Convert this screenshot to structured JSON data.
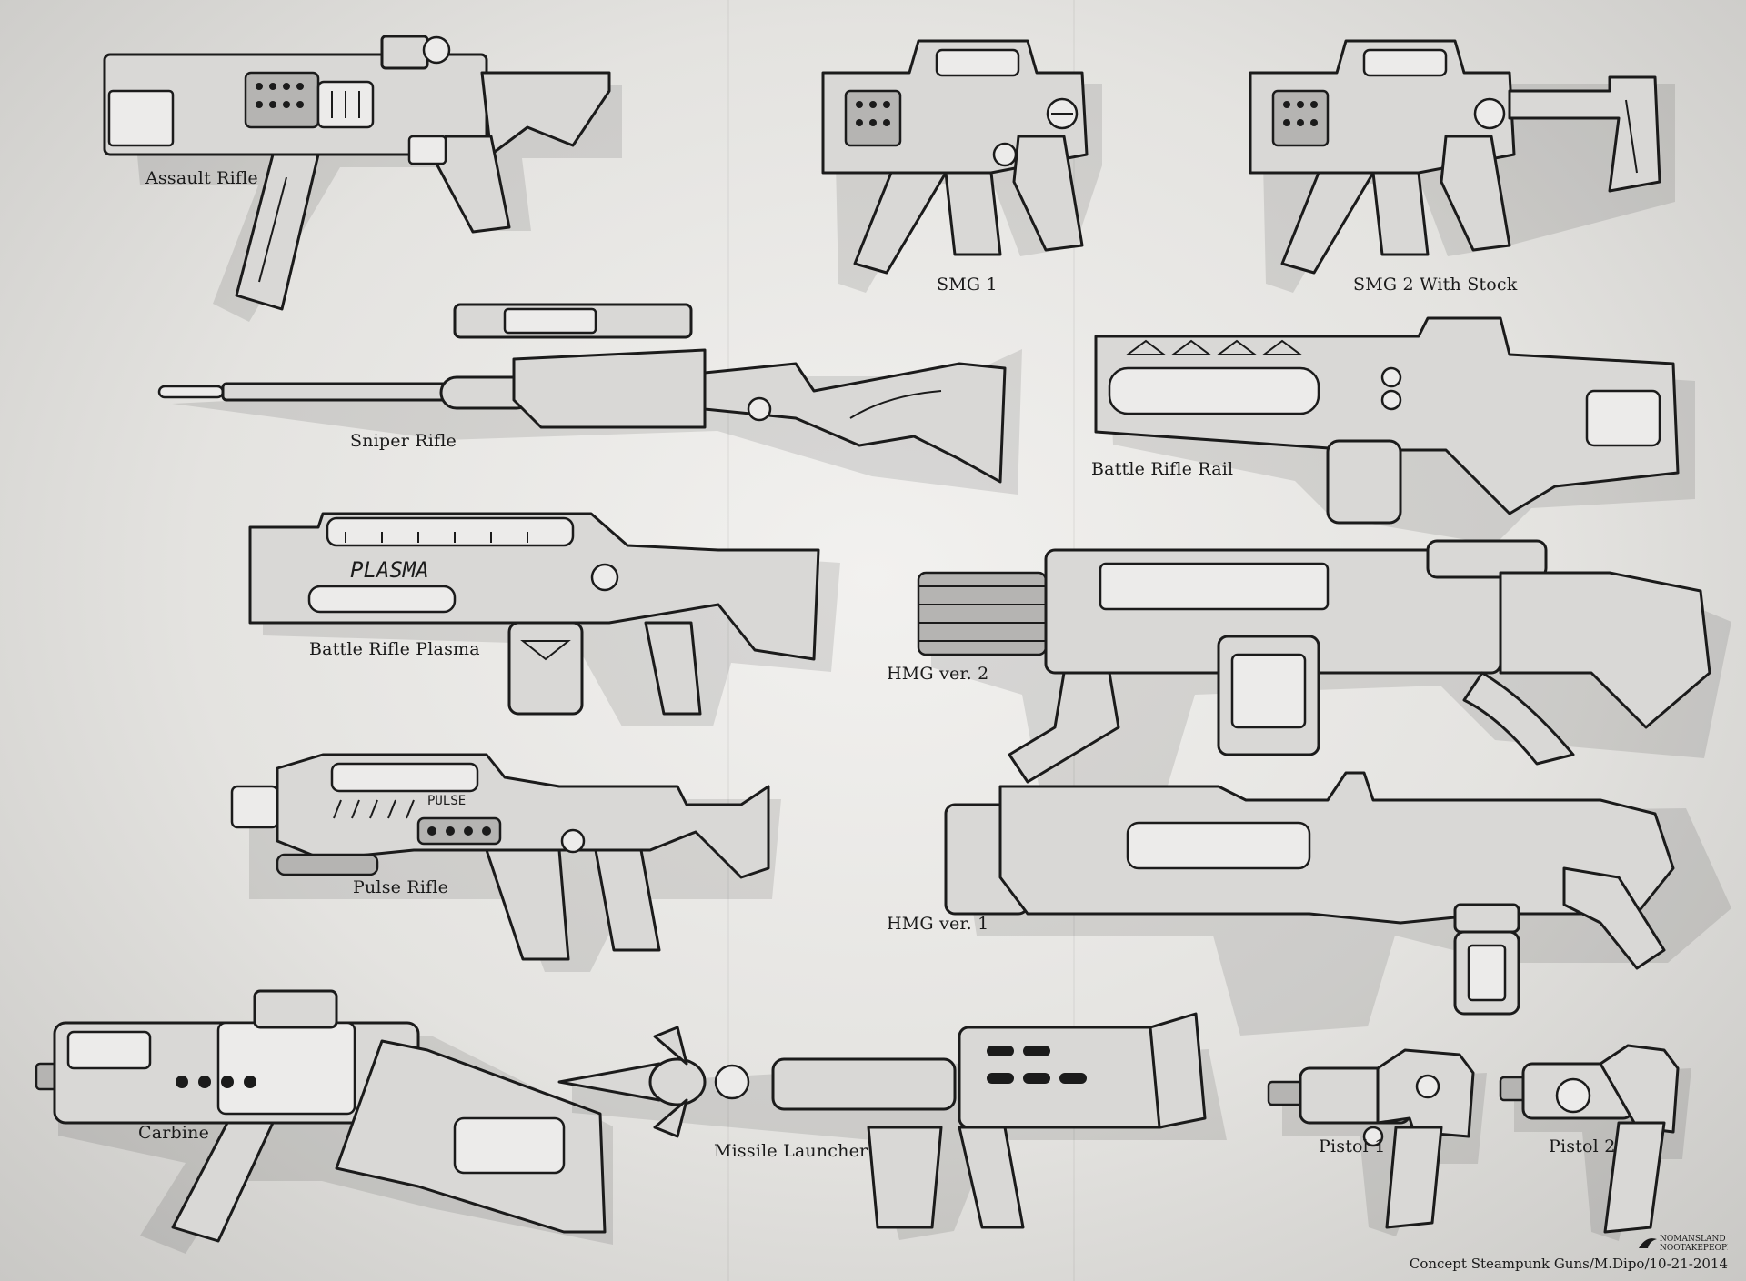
{
  "weapons": [
    {
      "id": "assault-rifle",
      "label": "Assault Rifle"
    },
    {
      "id": "smg-1",
      "label": "SMG 1"
    },
    {
      "id": "smg-2",
      "label": "SMG 2 With Stock"
    },
    {
      "id": "sniper-rifle",
      "label": "Sniper Rifle"
    },
    {
      "id": "battle-rifle-rail",
      "label": "Battle Rifle Rail"
    },
    {
      "id": "battle-rifle-plasma",
      "label": "Battle Rifle Plasma",
      "engraving": "PLASMA"
    },
    {
      "id": "hmg-2",
      "label": "HMG ver. 2"
    },
    {
      "id": "pulse-rifle",
      "label": "Pulse Rifle",
      "engraving": "PULSE"
    },
    {
      "id": "hmg-1",
      "label": "HMG ver. 1"
    },
    {
      "id": "carbine",
      "label": "Carbine"
    },
    {
      "id": "missile-launcher",
      "label": "Missile Launcher"
    },
    {
      "id": "pistol-1",
      "label": "Pistol 1"
    },
    {
      "id": "pistol-2",
      "label": "Pistol 2"
    }
  ],
  "footer": {
    "signature": "Concept Steampunk Guns/M.Dipo/10-21-2014",
    "logo_line1": "NOMANSLAND",
    "logo_line2": "NOOTAKEPEOPLE"
  }
}
